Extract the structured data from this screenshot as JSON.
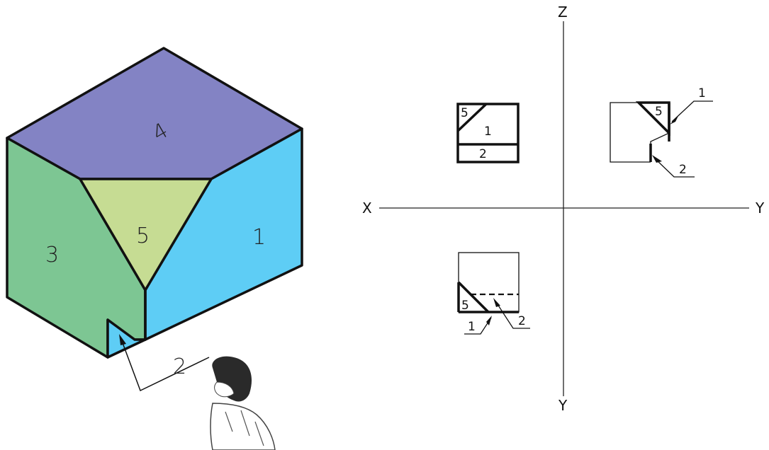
{
  "colors": {
    "face_top": "#8383c4",
    "face_left": "#7dc693",
    "face_right": "#5ecdf5",
    "face_notch": "#5ecdf5",
    "face_triangle": "#c6dc93",
    "outline": "#111111",
    "axis": "#222222"
  },
  "isometric": {
    "faces": {
      "top": "4",
      "right": "1",
      "bottom_notch": "2",
      "left": "3",
      "triangle": "5"
    },
    "leader_label": "2"
  },
  "axes": {
    "left": "X",
    "right": "Y",
    "top": "Z",
    "bottom": "Y"
  },
  "views": {
    "front": {
      "face_5": "5",
      "face_1": "1",
      "face_2": "2"
    },
    "side": {
      "face_5": "5",
      "leader_1": "1",
      "leader_2": "2"
    },
    "top": {
      "face_5": "5",
      "leader_1": "1",
      "leader_2": "2"
    }
  },
  "figure": {
    "icon": "observer-person-icon"
  }
}
